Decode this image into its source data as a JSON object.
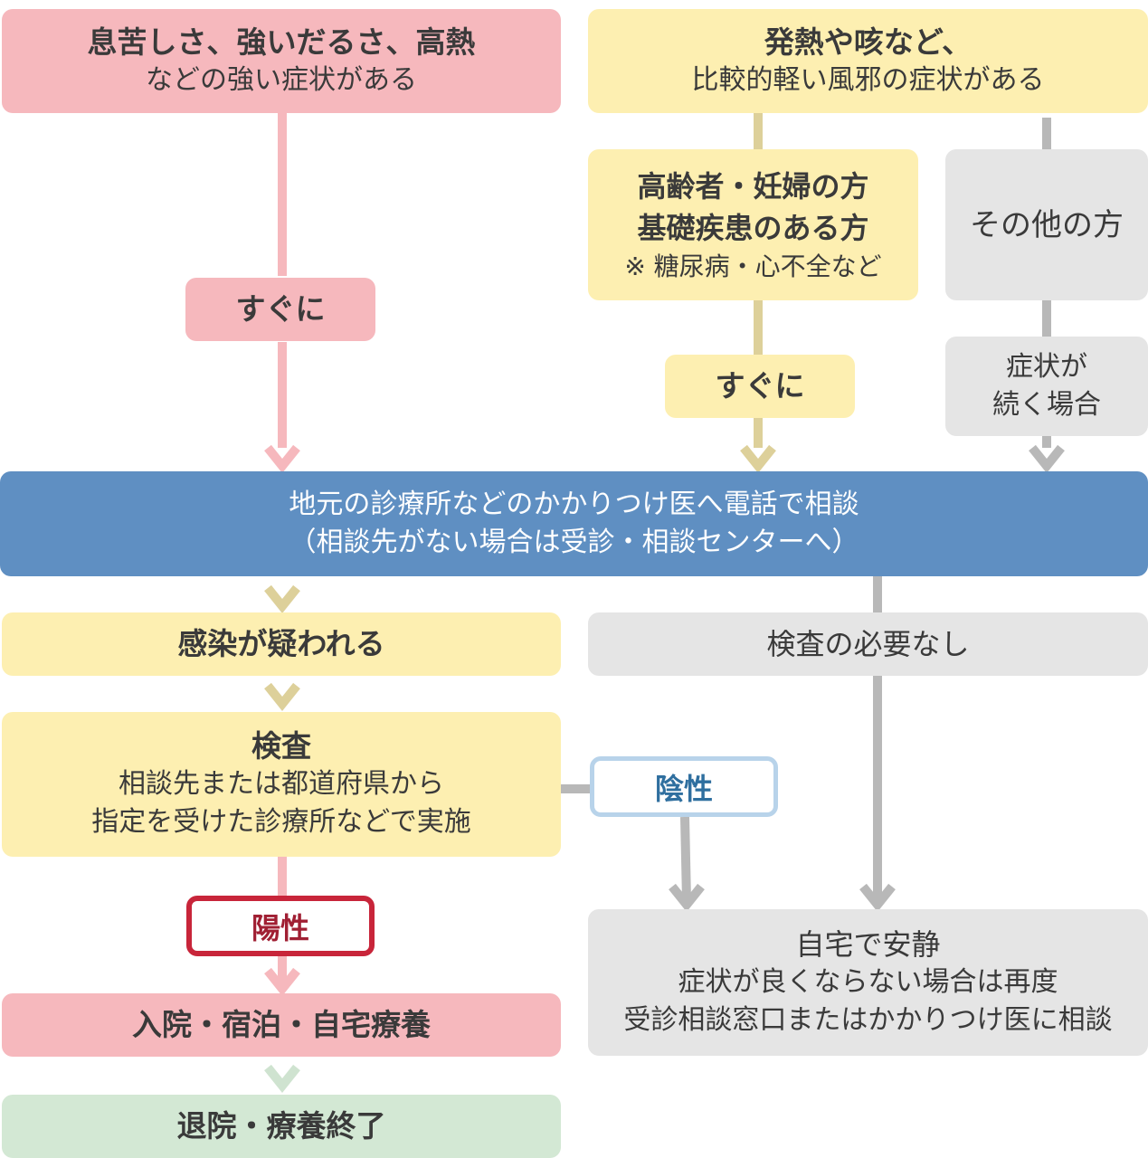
{
  "flow": {
    "severe": {
      "line1": "息苦しさ、強いだるさ、高熱",
      "line2": "などの強い症状がある"
    },
    "mild": {
      "line1": "発熱や咳など、",
      "line2": "比較的軽い風邪の症状がある"
    },
    "high_risk": {
      "line1": "高齢者・妊婦の方",
      "line2": "基礎疾患のある方",
      "line3": "※ 糖尿病・心不全など"
    },
    "others": "その他の方",
    "continues": {
      "line1": "症状が",
      "line2": "続く場合"
    },
    "immediately_left": "すぐに",
    "immediately_right": "すぐに",
    "consult": {
      "line1": "地元の診療所などのかかりつけ医へ電話で相談",
      "line2": "（相談先がない場合は受診・相談センターへ）"
    },
    "suspected": "感染が疑われる",
    "no_test": "検査の必要なし",
    "test": {
      "title": "検査",
      "line1": "相談先または都道府県から",
      "line2": "指定を受けた診療所などで実施"
    },
    "negative": "陰性",
    "positive": "陽性",
    "hospital": "入院・宿泊・自宅療養",
    "discharge": "退院・療養終了",
    "home_rest": {
      "title": "自宅で安静",
      "line1": "症状が良くならない場合は再度",
      "line2": "受診相談窓口またはかかりつけ医に相談"
    }
  },
  "colors": {
    "pink": "#f6b8bd",
    "yellow": "#fdefb1",
    "gray": "#e5e5e5",
    "blue": "#5f8fc2",
    "green": "#d3e8d4",
    "positive_border": "#c8253a",
    "negative_border": "#b8d3ea"
  }
}
